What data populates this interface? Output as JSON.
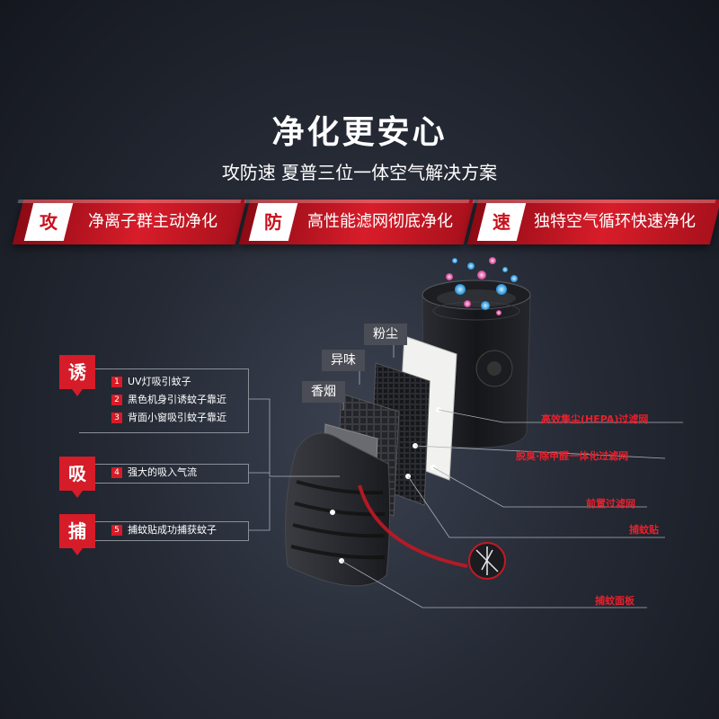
{
  "title": "净化更安心",
  "subtitle": "攻防速 夏普三位一体空气解决方案",
  "banners": [
    {
      "badge": "攻",
      "text": "净离子群主动净化"
    },
    {
      "badge": "防",
      "text": "高性能滤网彻底净化"
    },
    {
      "badge": "速",
      "text": "独特空气循环快速净化"
    }
  ],
  "layer_labels": [
    "粉尘",
    "异味",
    "香烟"
  ],
  "tags": [
    "诱",
    "吸",
    "捕"
  ],
  "steps": [
    {
      "num": "1",
      "text": "UV灯吸引蚊子"
    },
    {
      "num": "2",
      "text": "黑色机身引诱蚊子靠近"
    },
    {
      "num": "3",
      "text": "背面小窗吸引蚊子靠近"
    },
    {
      "num": "4",
      "text": "强大的吸入气流"
    },
    {
      "num": "5",
      "text": "捕蚊贴成功捕获蚊子"
    }
  ],
  "parts": [
    "高效集尘(HEPA)过滤网",
    "脱臭·除甲醛一体化过滤网",
    "前置过滤网",
    "捕蚊贴",
    "捕蚊面板"
  ],
  "colors": {
    "accent": "#d51c28",
    "background": "#252a35"
  }
}
